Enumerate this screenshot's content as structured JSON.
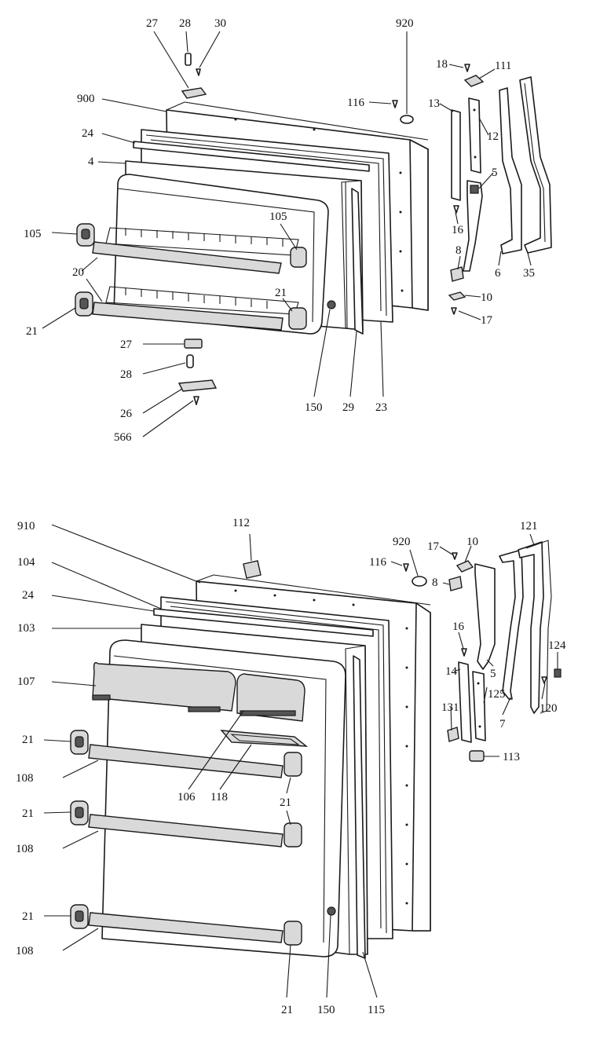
{
  "freezer_door_callouts": {
    "c27_top": "27",
    "c28_top": "28",
    "c30": "30",
    "c920": "920",
    "c900": "900",
    "c116": "116",
    "c18": "18",
    "c111": "111",
    "c24": "24",
    "c13": "13",
    "c12": "12",
    "c4": "4",
    "c5": "5",
    "c105_left": "105",
    "c105_right": "105",
    "c16": "16",
    "c20": "20",
    "c8": "8",
    "c6": "6",
    "c35": "35",
    "c21_left": "21",
    "c21_right": "21",
    "c10": "10",
    "c17": "17",
    "c27_bottom": "27",
    "c28_bottom": "28",
    "c26": "26",
    "c150": "150",
    "c29": "29",
    "c23": "23",
    "c566": "566"
  },
  "fresh_food_door_callouts": {
    "c112": "112",
    "c910": "910",
    "c920": "920",
    "c121": "121",
    "c17": "17",
    "c10": "10",
    "c116": "116",
    "c104": "104",
    "c8": "8",
    "c24": "24",
    "c103": "103",
    "c16": "16",
    "c124": "124",
    "c107": "107",
    "c14": "14",
    "c5": "5",
    "c125": "125",
    "c120": "120",
    "c131": "131",
    "c7": "7",
    "c21_a": "21",
    "c113": "113",
    "c108_a": "108",
    "c106": "106",
    "c118": "118",
    "c21_b": "21",
    "c21_c": "21",
    "c108_b": "108",
    "c21_d": "21",
    "c108_c": "108",
    "c21_e": "21",
    "c150": "150",
    "c115": "115"
  }
}
